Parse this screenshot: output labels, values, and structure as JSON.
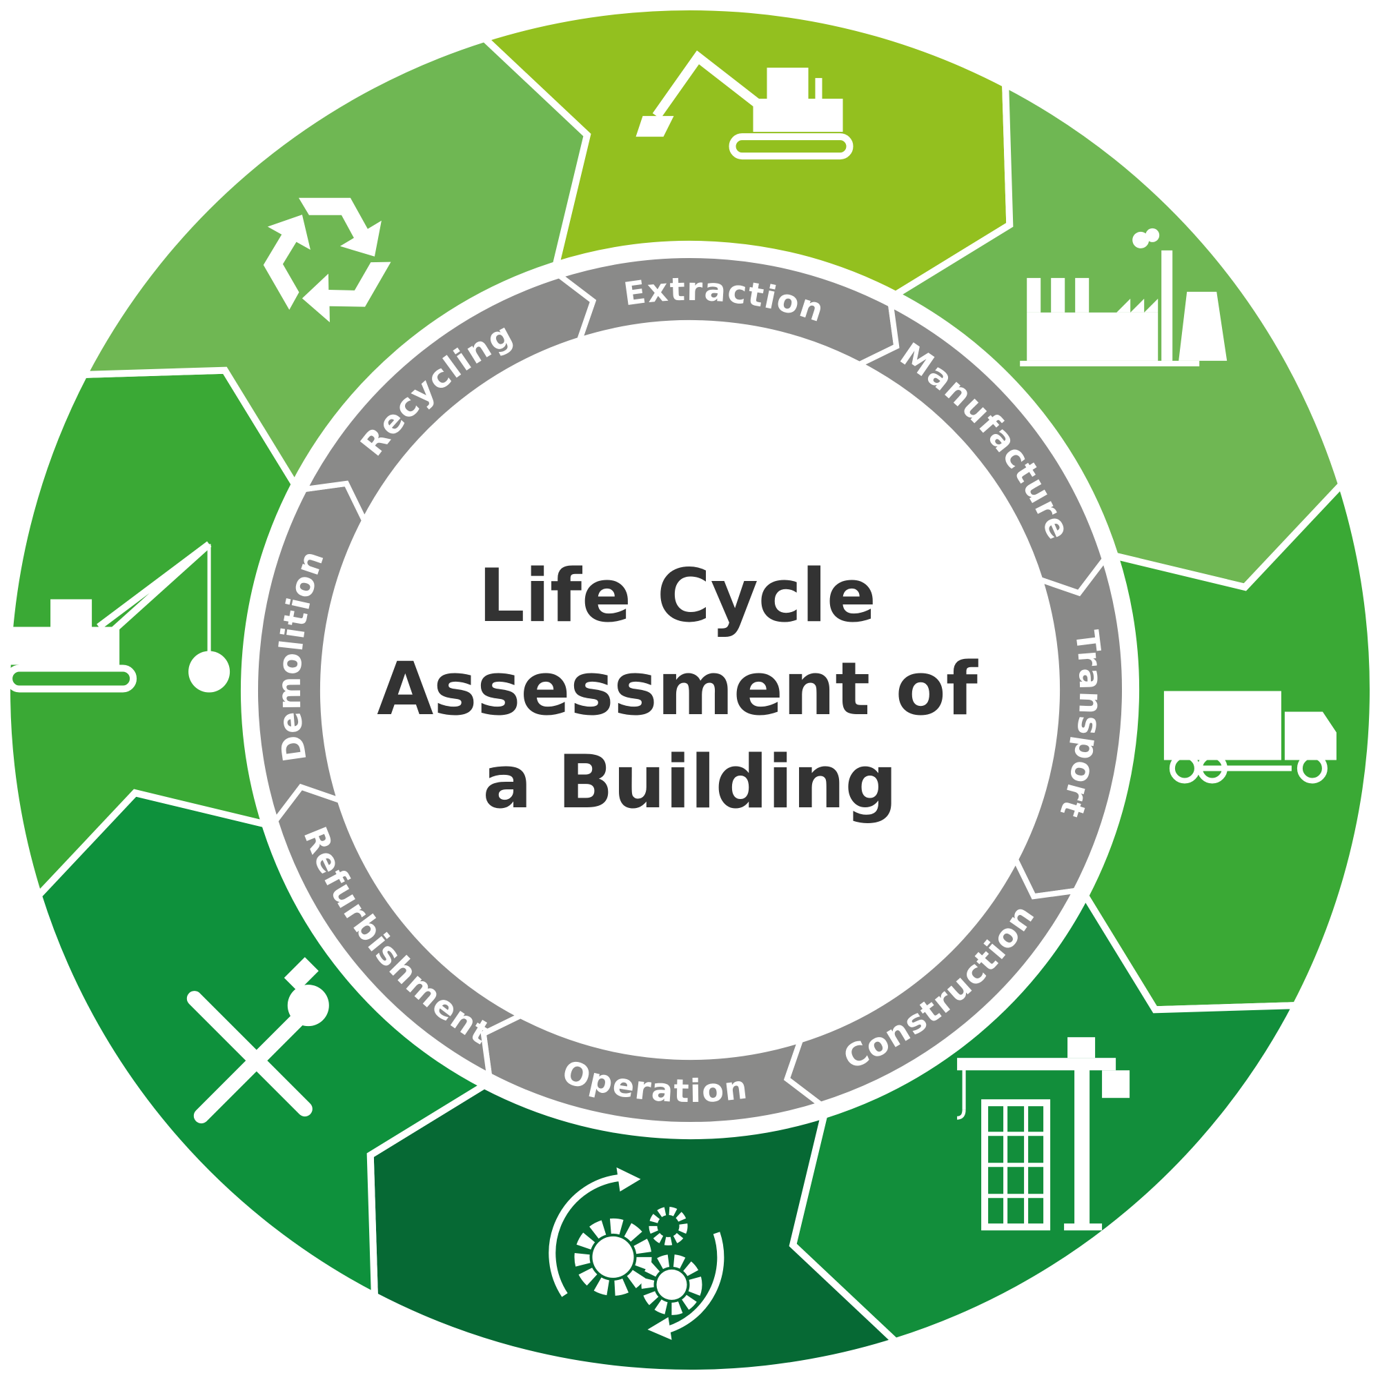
{
  "title": {
    "lines": [
      "Life Cycle",
      "Assessment of",
      "a Building"
    ]
  },
  "stages": [
    {
      "label": "Extraction",
      "icon": "excavator-icon",
      "color": "#93c01f"
    },
    {
      "label": "Manufacture",
      "icon": "factory-icon",
      "color": "#6fb753"
    },
    {
      "label": "Transport",
      "icon": "truck-icon",
      "color": "#3aa935"
    },
    {
      "label": "Construction",
      "icon": "tower-crane-icon",
      "color": "#128e3b"
    },
    {
      "label": "Operation",
      "icon": "gears-cycle-icon",
      "color": "#066934"
    },
    {
      "label": "Refurbishment",
      "icon": "wrench-screwdriver-icon",
      "color": "#0e913c"
    },
    {
      "label": "Demolition",
      "icon": "wrecking-ball-crane-icon",
      "color": "#3aa935"
    },
    {
      "label": "Recycling",
      "icon": "recycle-icon",
      "color": "#6fb753"
    }
  ],
  "colors": {
    "inner_ring": "#8a8a89",
    "center": "#ffffff",
    "title_text": "#333333",
    "separator": "#ffffff"
  }
}
